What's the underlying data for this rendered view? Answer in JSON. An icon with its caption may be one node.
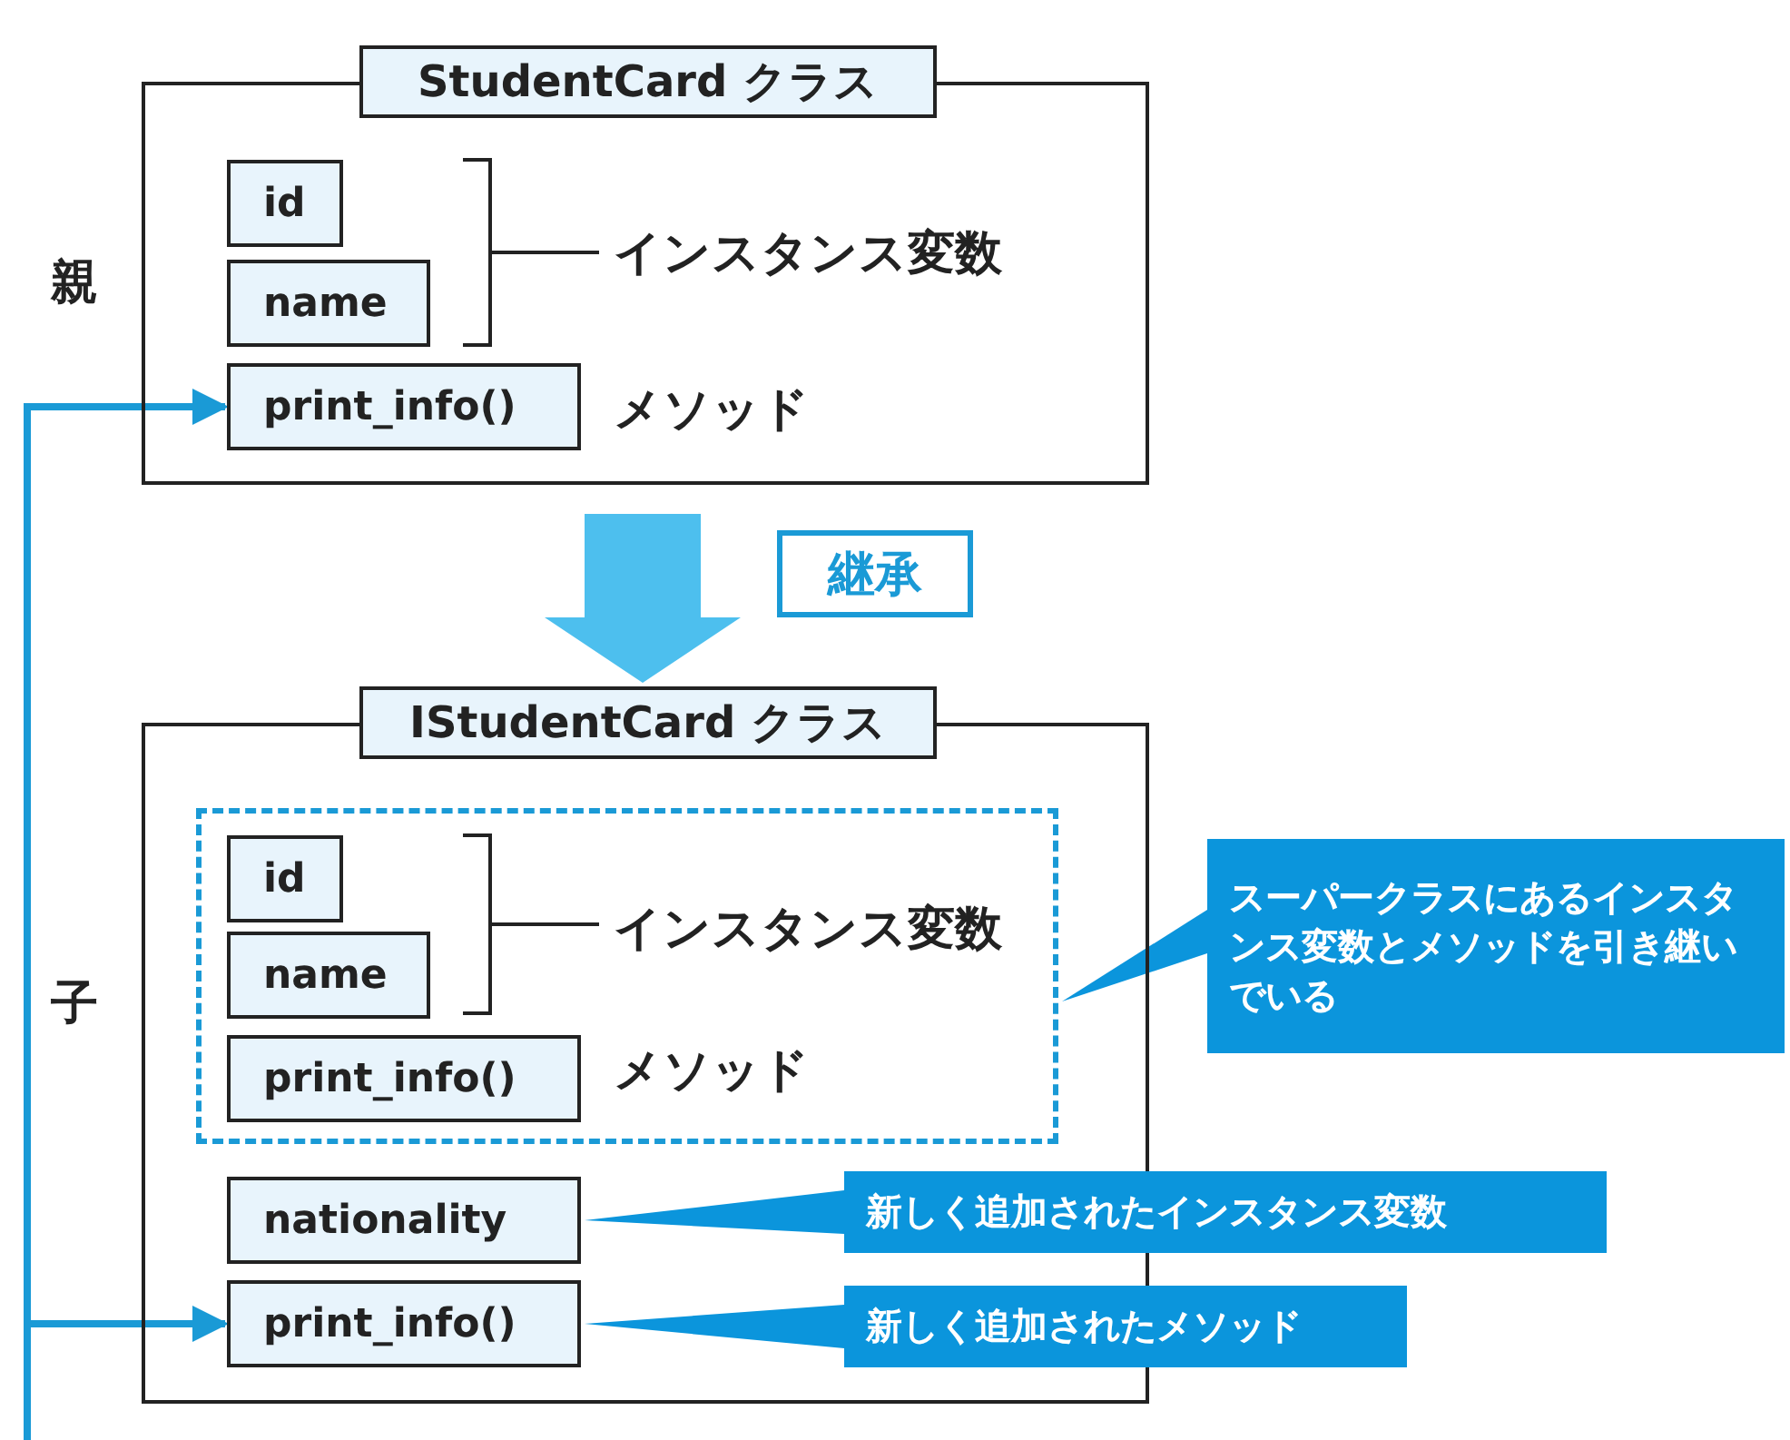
{
  "diagram": {
    "nodes": [
      {
        "text": [
          "StudentCard クラス"
        ],
        "beside": [
          "親"
        ]
      },
      {
        "text": [
          "id"
        ],
        "in": 0
      },
      {
        "text": [
          "name"
        ],
        "in": 0
      },
      {
        "text": [
          "print_info()"
        ],
        "in": 0,
        "beside": [
          "メソッド"
        ]
      },
      {
        "text": [
          "IStudentCard クラス"
        ],
        "beside": [
          "子"
        ]
      },
      {
        "text": [],
        "shape": "box",
        "in": 4
      },
      {
        "text": [
          "id"
        ],
        "in": 5
      },
      {
        "text": [
          "name"
        ],
        "in": 5
      },
      {
        "text": [
          "print_info()"
        ],
        "in": 5,
        "beside": [
          "メソッド"
        ]
      },
      {
        "text": [
          "nationality"
        ],
        "in": 4
      },
      {
        "text": [
          "print_info()"
        ],
        "in": 4
      },
      {
        "text": [
          "スーパークラスにあるインスタンス変数とメソッドを引き継いでいる"
        ]
      },
      {
        "text": [
          "新しく追加されたインスタンス変数"
        ]
      },
      {
        "text": [
          "新しく追加されたメソッド"
        ]
      }
    ],
    "edges": [
      {
        "from": 0,
        "to": 4,
        "arrow": "to",
        "label": "継承",
        "style": "thick"
      },
      {
        "from": null,
        "to": 3,
        "arrow": "to"
      },
      {
        "from": null,
        "to": 10,
        "arrow": "to"
      },
      {
        "from": 11,
        "to": 5,
        "arrow": "none"
      },
      {
        "from": 12,
        "to": 9,
        "arrow": "none"
      },
      {
        "from": 13,
        "to": 10,
        "arrow": "none"
      }
    ],
    "labels": [
      "インスタンス変数",
      "インスタンス変数"
    ]
  }
}
